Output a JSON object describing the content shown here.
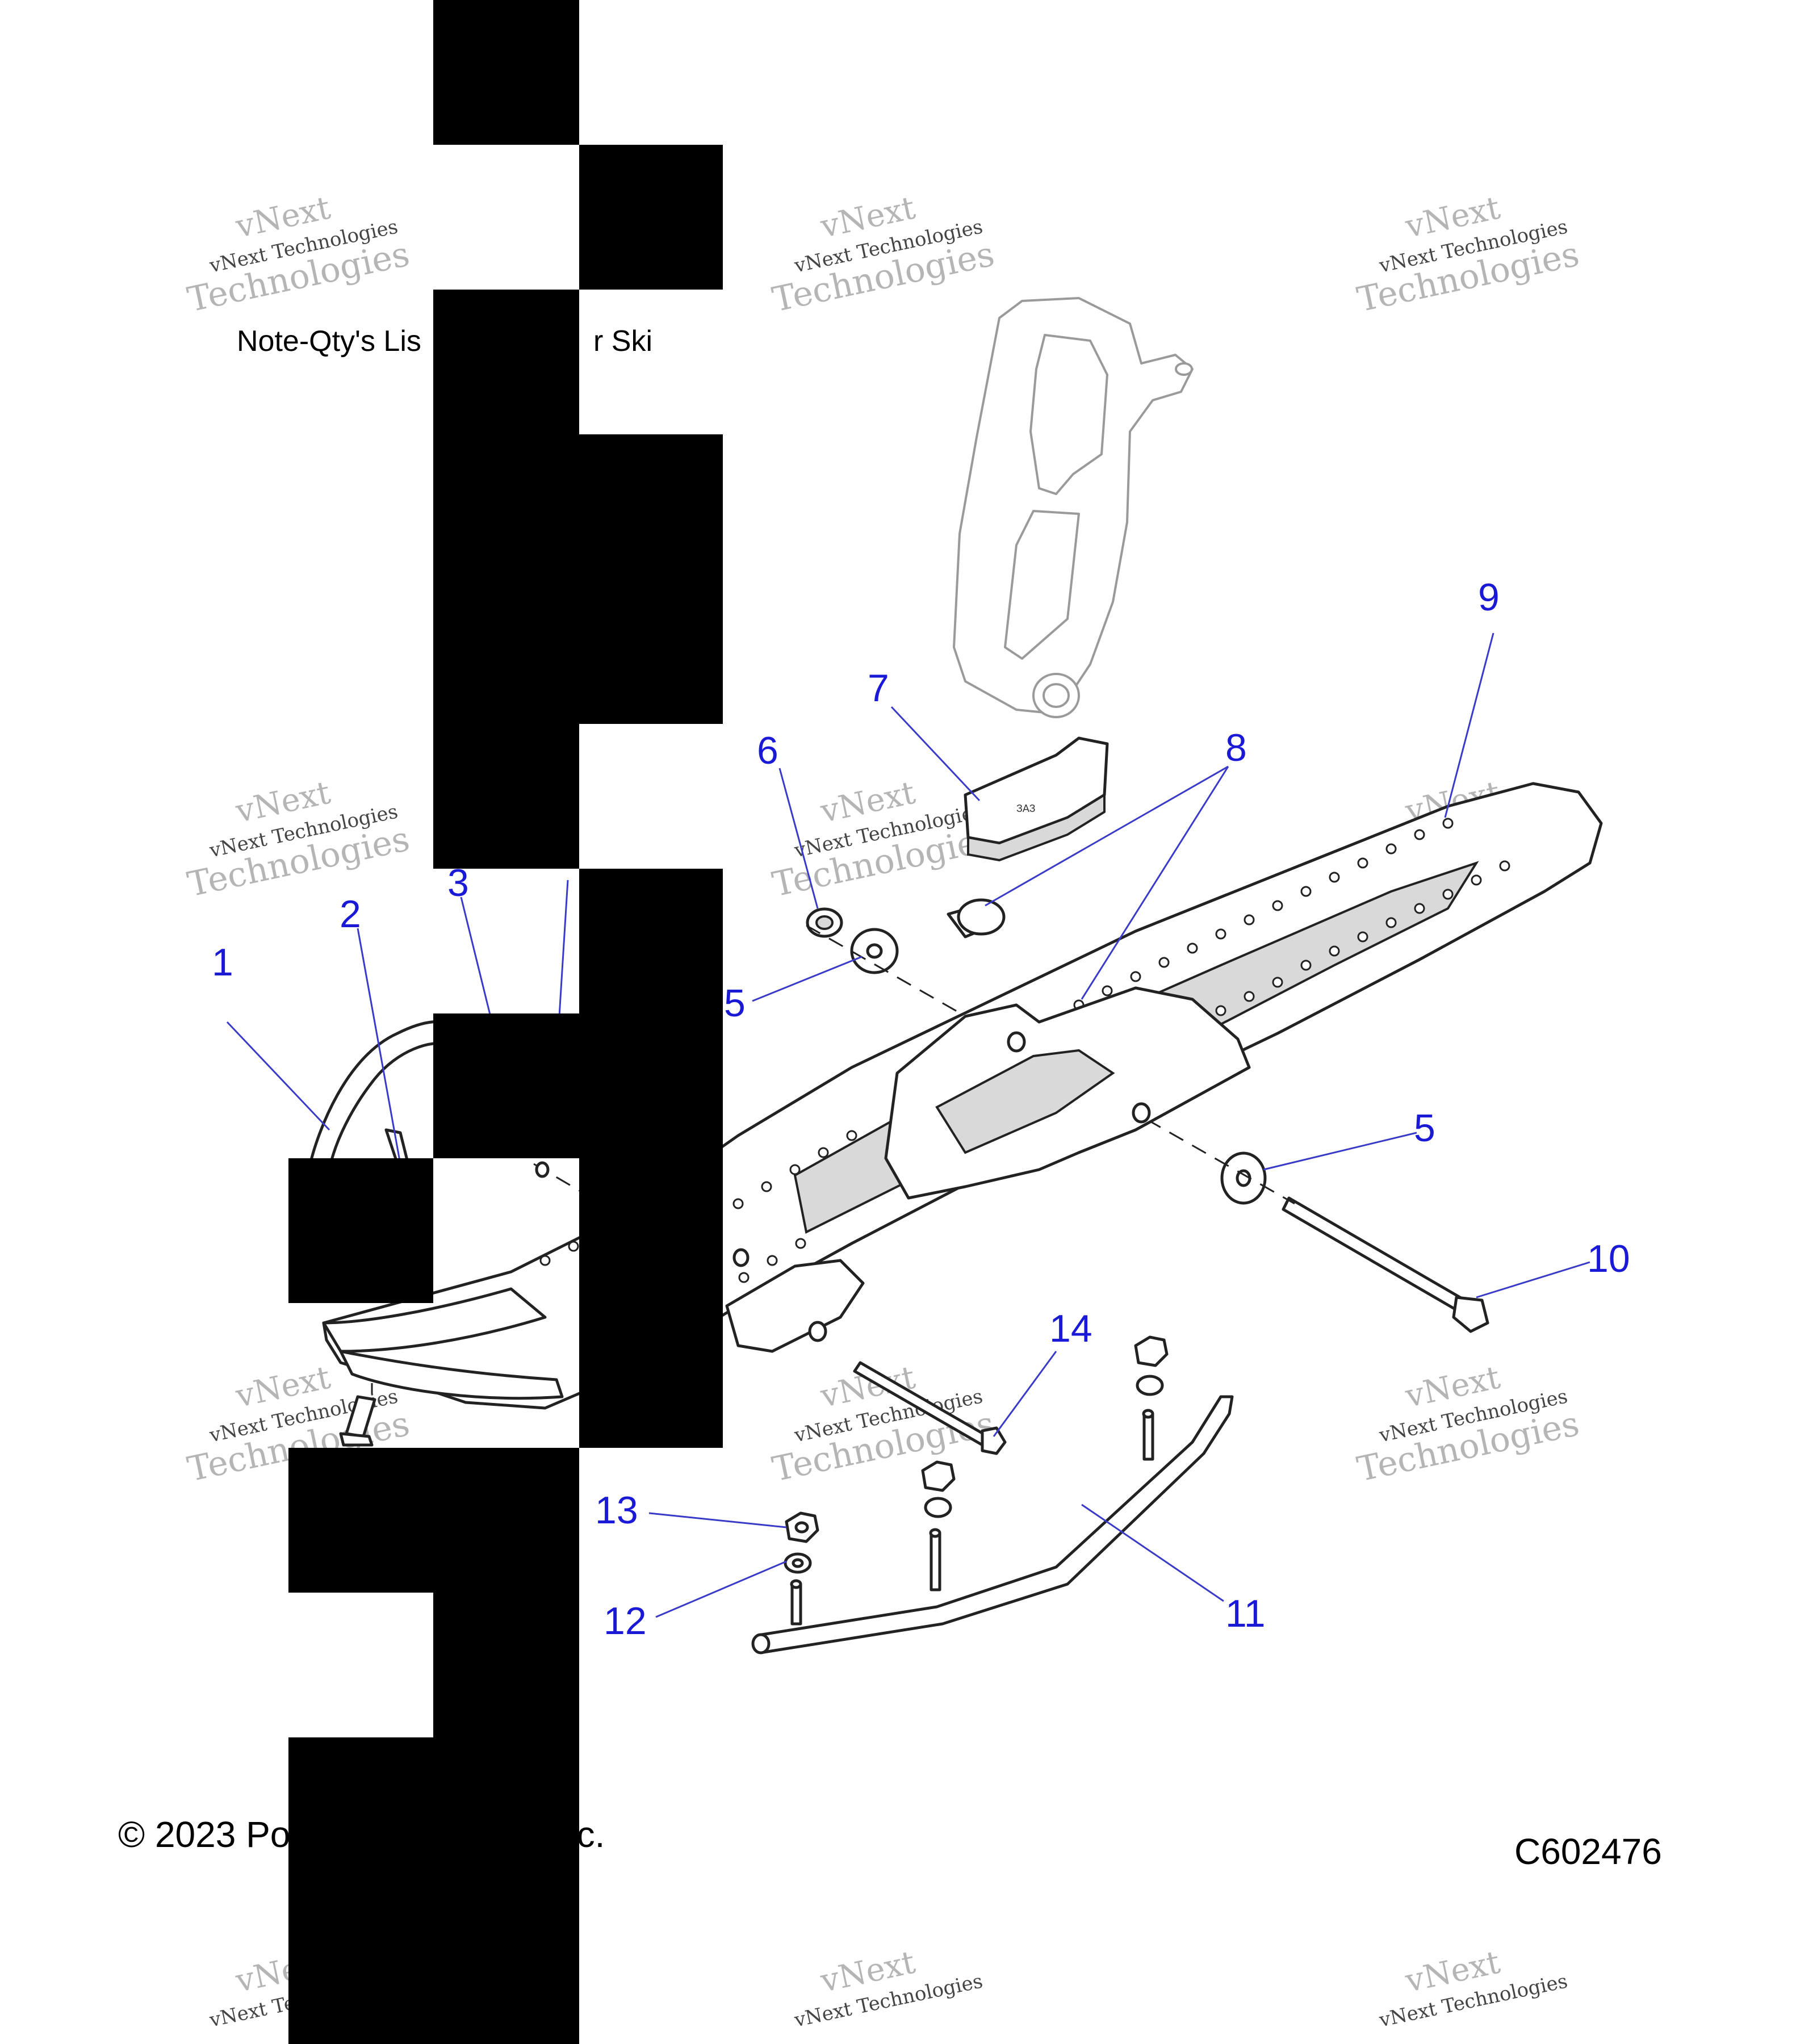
{
  "note": "Note-Qty's Lis",
  "note_tail": "r Ski",
  "copyright_left": "© 2023 Po",
  "copyright_right": "nc.",
  "drawing_number": "C602476",
  "watermark": {
    "line1": "vNext Technologies",
    "line2": "vNext",
    "line3": "Technologies"
  },
  "colors": {
    "callout": "#1a1ad6",
    "leader": "#3a3ac8",
    "redaction": "#000000"
  },
  "callouts": [
    {
      "id": "c1",
      "label": "1"
    },
    {
      "id": "c2",
      "label": "2"
    },
    {
      "id": "c3",
      "label": "3"
    },
    {
      "id": "c5a",
      "label": "5"
    },
    {
      "id": "c5b",
      "label": "5"
    },
    {
      "id": "c6",
      "label": "6"
    },
    {
      "id": "c7",
      "label": "7"
    },
    {
      "id": "c8",
      "label": "8"
    },
    {
      "id": "c9",
      "label": "9"
    },
    {
      "id": "c10",
      "label": "10"
    },
    {
      "id": "c11",
      "label": "11"
    },
    {
      "id": "c12",
      "label": "12"
    },
    {
      "id": "c13",
      "label": "13"
    },
    {
      "id": "c14",
      "label": "14"
    }
  ]
}
